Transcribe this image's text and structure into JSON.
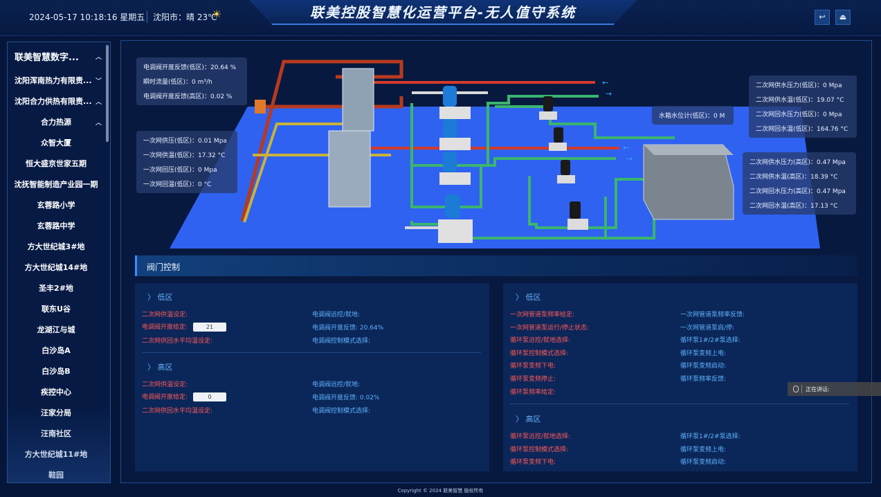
{
  "header": {
    "title": "联美控股智慧化运营平台-无人值守系统",
    "datetime": "2024-05-17 10:18:16 星期五",
    "weather": "沈阳市：晴 23℃",
    "weather_icon": "sun-icon",
    "back_icon": "return-icon",
    "logout_icon": "exit-icon"
  },
  "sidebar": {
    "org": "联美智慧数字...",
    "companies": [
      "沈阳浑南热力有限责...",
      "沈阳合力供热有限责..."
    ],
    "source": "合力热源",
    "stations": [
      "众智大厦",
      "恒大盛京世家五期",
      "沈抚智能制造产业园一期",
      "玄蓉路小学",
      "玄蓉路中学",
      "方大世纪城3#地",
      "方大世纪城14#地",
      "圣丰2#地",
      "联东U谷",
      "龙湖江与城",
      "白沙岛A",
      "白沙岛B",
      "疾控中心",
      "汪家分局",
      "汪南社区",
      "方大世纪城11#地",
      "鞋园"
    ]
  },
  "scene": {
    "left_top": [
      "电调阀开度反馈(低区)：20.64 %",
      "瞬时流量(低区)：0 m³/h",
      "电调阀开度反馈(高区)：0.02 %"
    ],
    "left_mid": [
      "一次网供压(低区)：0.01 Mpa",
      "一次网供温(低区)：17.32 °C",
      "一次网回压(低区)：0 Mpa",
      "一次网回温(低区)：0 °C"
    ],
    "tank_level": "水箱水位计(低区)：0 M",
    "right_top": [
      "二次网供水压力(低区)：0 Mpa",
      "二次网供水温(低区)：19.07 °C",
      "二次网回水压力(低区)：0 Mpa",
      "二次网回水温(低区)：164.76 °C"
    ],
    "right_mid": [
      "二次网供水压力(高区)：0.47 Mpa",
      "二次网供水温(高区)：18.39 °C",
      "二次网回水压力(高区)：0.47 Mpa",
      "二次网回水温(高区)：17.13 °C"
    ]
  },
  "valve": {
    "title": "阀门控制",
    "left_low": {
      "title": "低区",
      "supply_temp_set": "二次网供温设定:",
      "remote_local": "电调阀远控/就地:",
      "opening_set": "电调阀开度给定:",
      "opening_value": "21",
      "opening_feedback": "电调阀开度反馈:  20.64%",
      "avg_temp_set": "二次网供回水平均温设定:",
      "mode_select": "电调阀控制模式选择:"
    },
    "left_high": {
      "title": "高区",
      "supply_temp_set": "二次网供温设定:",
      "remote_local": "电调阀远控/就地:",
      "opening_set": "电调阀开度给定:",
      "opening_value": "0",
      "opening_feedback": "电调阀开度反馈:  0.02%",
      "avg_temp_set": "二次网供回水平均温设定:",
      "mode_select": "电调阀控制模式选择:"
    },
    "right_low": {
      "title": "低区",
      "red": [
        "一次网管道泵频率给定:",
        "一次网管道泵运行/停止状态:",
        "循环泵远控/就地选择:",
        "循环泵控制模式选择:",
        "循环泵变频下电:",
        "循环泵变频停止:",
        "循环泵频率给定:"
      ],
      "blue": [
        "一次网管道泵频率反馈:",
        "一次网管道泵启/停:",
        "循环泵1#/2#泵选择:",
        "循环泵变频上电:",
        "循环泵变频启动:",
        "循环泵频率反馈:"
      ]
    },
    "right_high": {
      "title": "高区",
      "red": [
        "循环泵远控/就地选择:",
        "循环泵控制模式选择:",
        "循环泵变频下电:"
      ],
      "blue": [
        "循环泵1#/2#泵选择:",
        "循环泵变频上电:",
        "循环泵变频启动:"
      ]
    }
  },
  "talk": "正在讲话:",
  "footer": "Copyright © 2024 联美智慧 版权所有",
  "colors": {
    "accent": "#3b8cff",
    "label_red": "#ff5a5a",
    "label_blue": "#5fb4ff",
    "floor": "#2f62f0"
  }
}
